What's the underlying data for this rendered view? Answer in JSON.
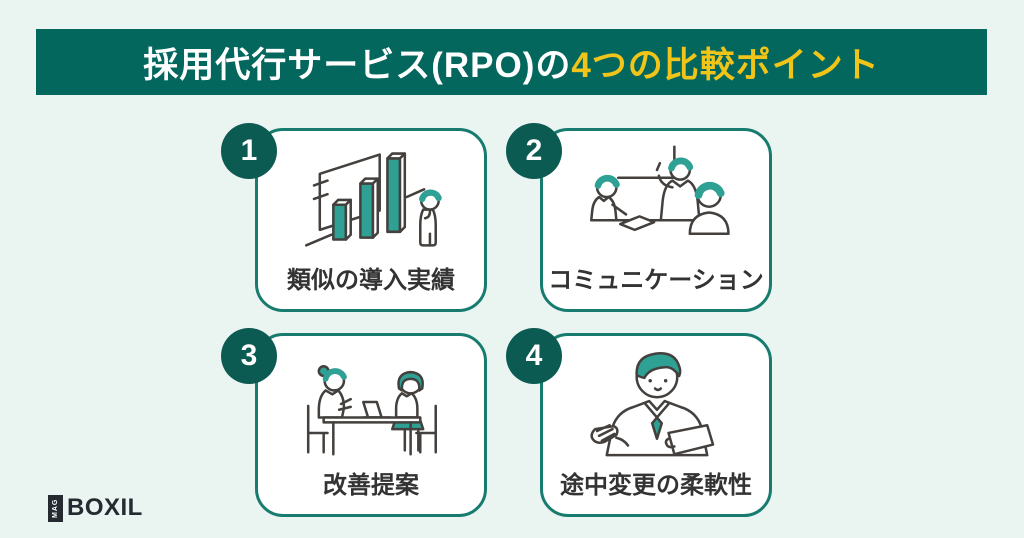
{
  "banner": {
    "title_white": "採用代行サービス(RPO)の",
    "title_yellow": "4つの比較ポイント"
  },
  "cards": [
    {
      "number": "1",
      "label": "類似の導入実績",
      "icon": "bar-chart-growth-illustration"
    },
    {
      "number": "2",
      "label": "コミュニケーション",
      "icon": "team-meeting-illustration"
    },
    {
      "number": "3",
      "label": "改善提案",
      "icon": "one-on-one-consulting-illustration"
    },
    {
      "number": "4",
      "label": "途中変更の柔軟性",
      "icon": "flexible-presenter-illustration"
    }
  ],
  "footer": {
    "logo_box": "MAG",
    "logo_text": "BOXIL"
  },
  "colors": {
    "background": "#eaf4f1",
    "banner-bg": "#04675e",
    "banner-text": "#ffffff",
    "highlight-yellow": "#f0c419",
    "card-border": "#177c6f",
    "badge-bg": "#0b5b52",
    "label-text": "#333333",
    "illustration-teal": "#2fa094",
    "line": "#44403d",
    "logo-dark": "#252a31"
  }
}
